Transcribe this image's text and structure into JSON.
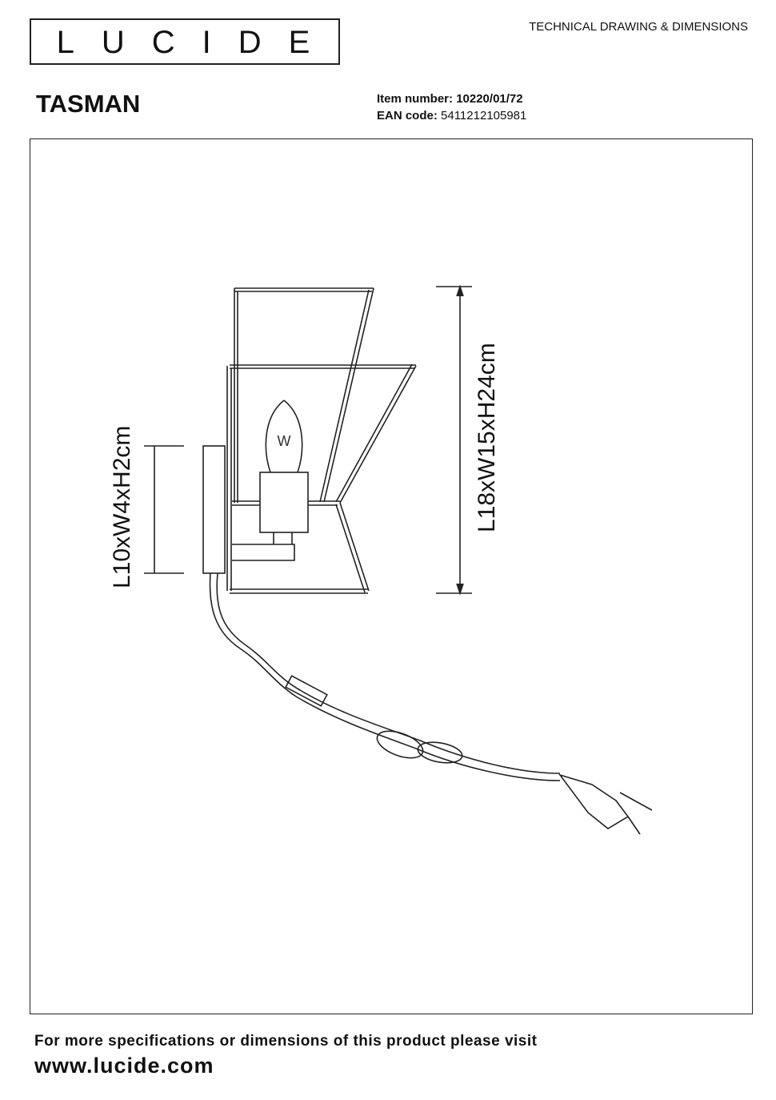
{
  "brand": "LUCIDE",
  "header_right": "TECHNICAL DRAWING & DIMENSIONS",
  "product_name": "TASMAN",
  "item_label": "Item number:",
  "item_number": "10220/01/72",
  "ean_label": "EAN code:",
  "ean_code": "5411212105981",
  "drawing": {
    "lamp_dimension": "L18xW15xH24cm",
    "base_dimension": "L10xW4xH2cm",
    "bulb_label": "W"
  },
  "footer": {
    "text": "For more specifications or dimensions of this product please visit",
    "url": "www.lucide.com"
  }
}
